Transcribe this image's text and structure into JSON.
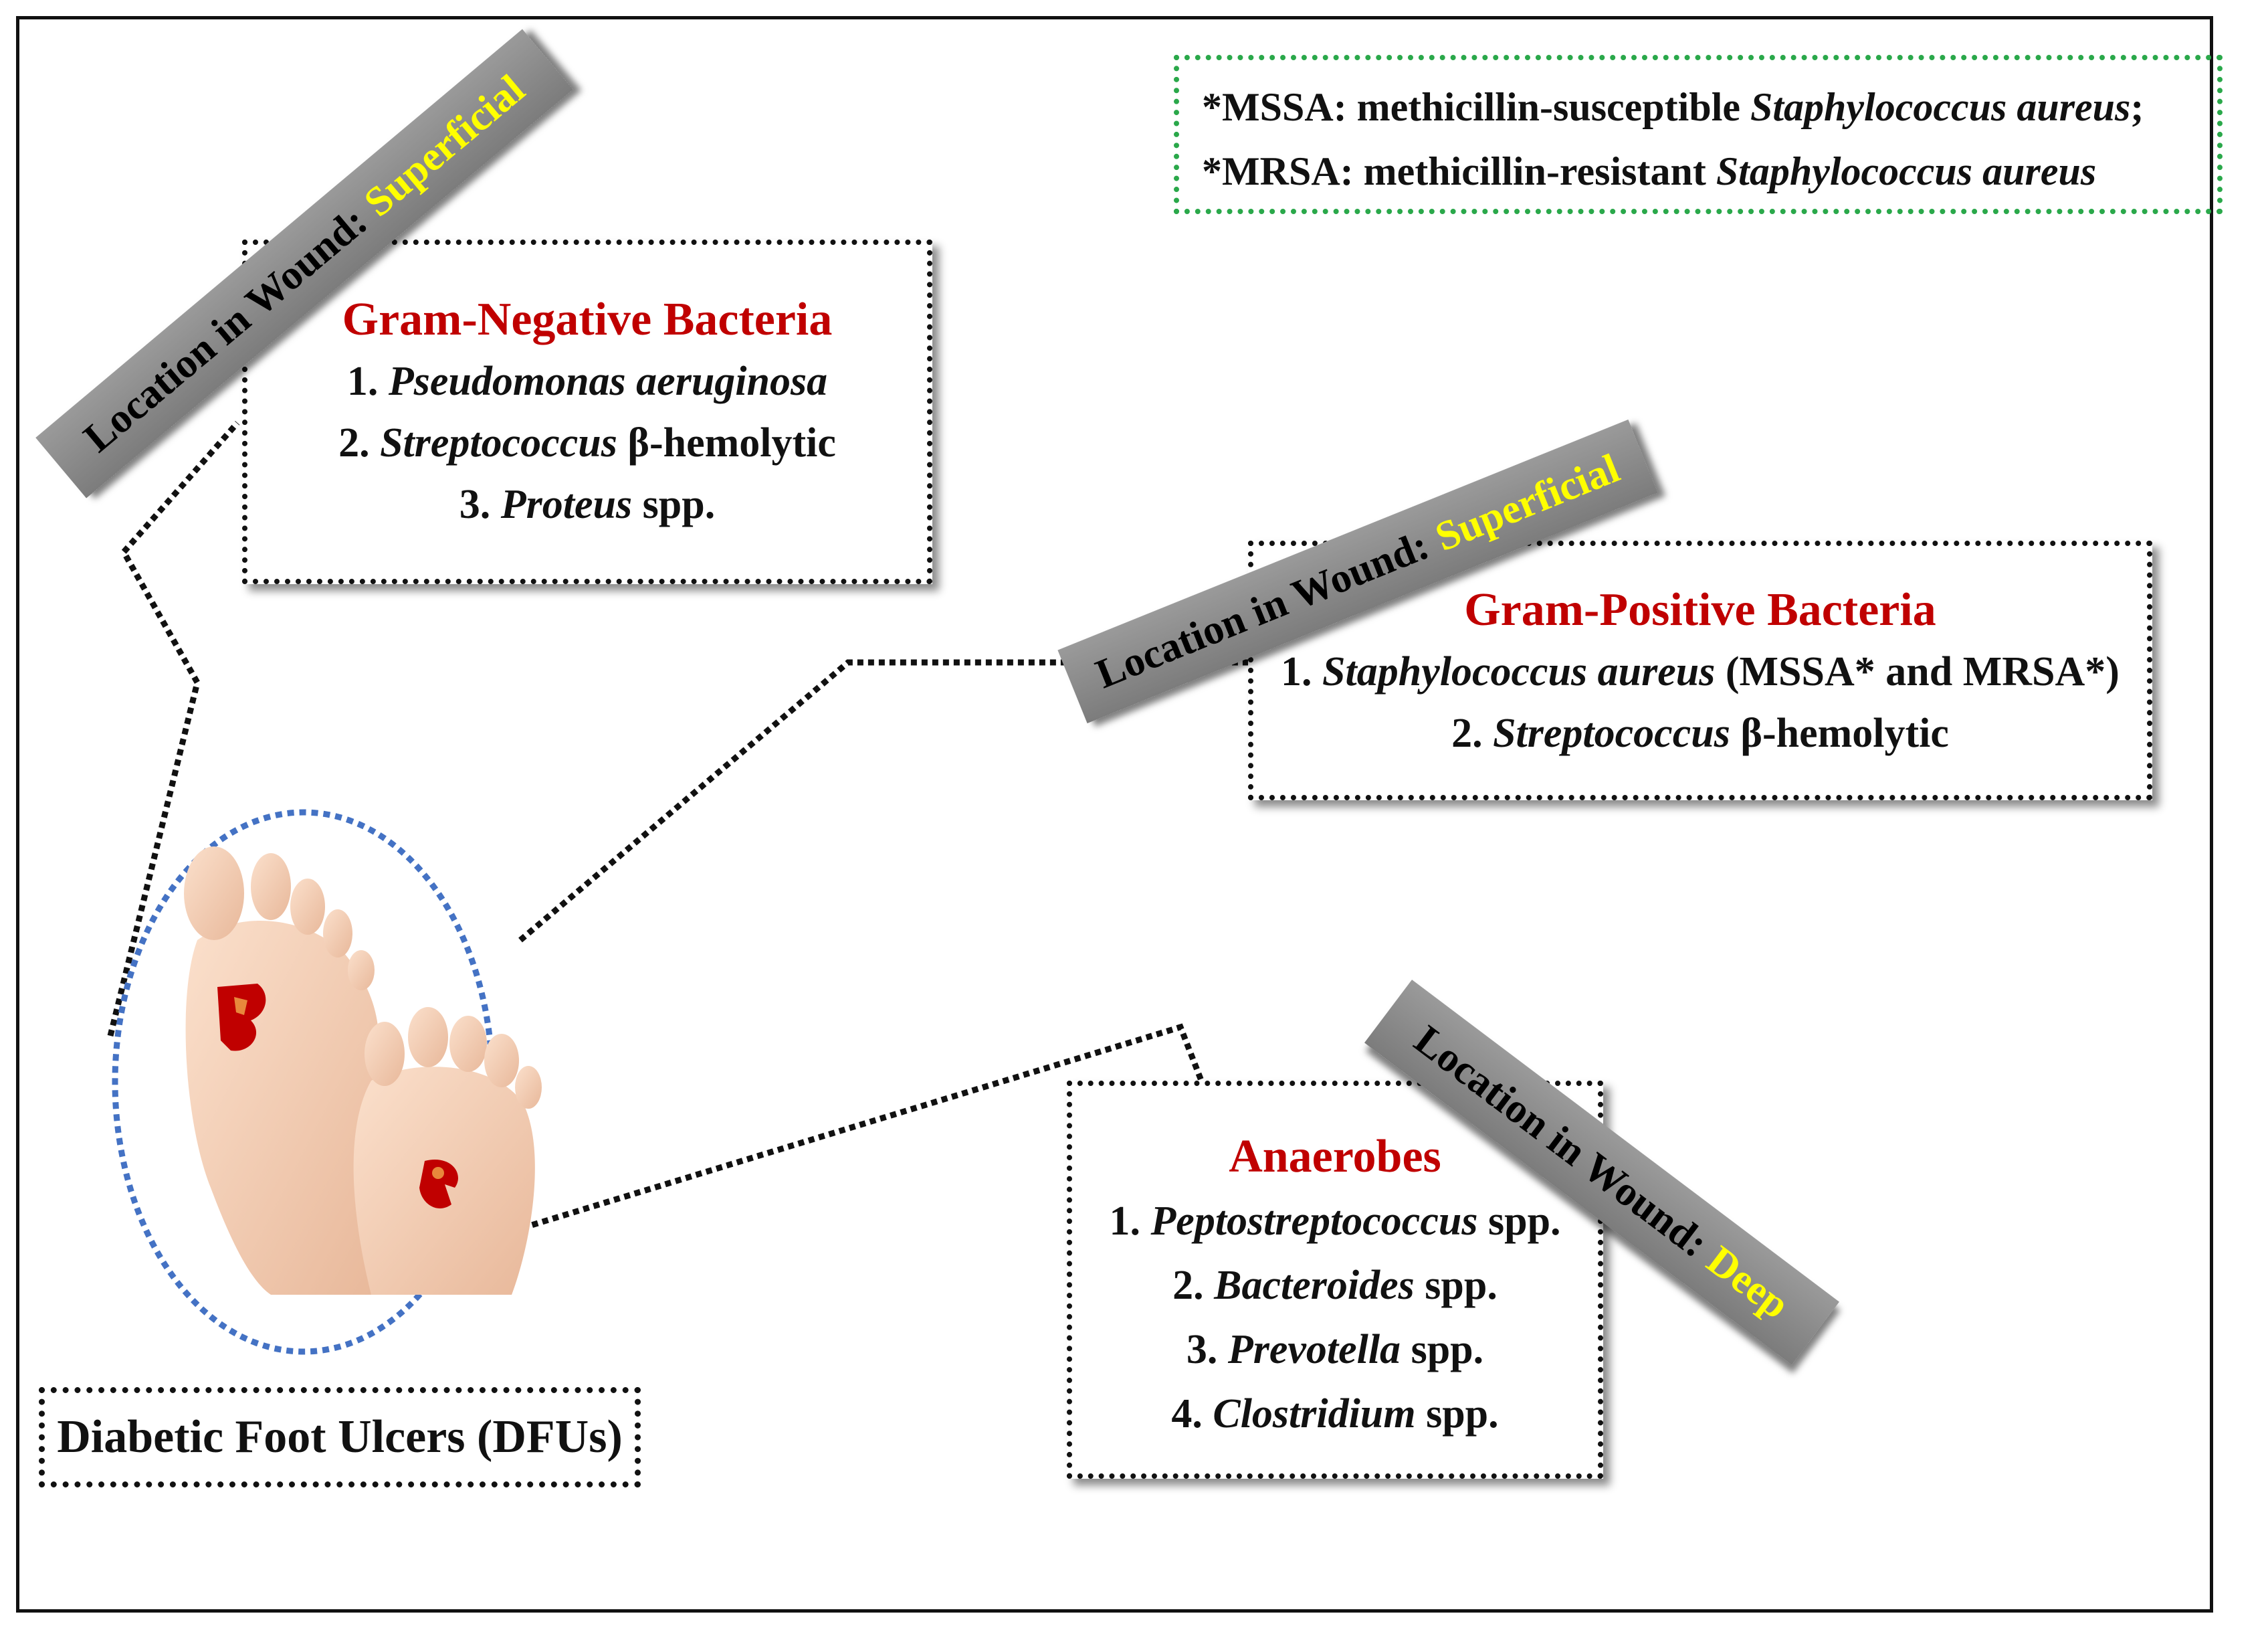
{
  "legend": {
    "line1_prefix": "*MSSA: methicillin-susceptible ",
    "line1_italic": "Staphylococcus aureus",
    "line1_suffix": ";",
    "line2_prefix": "*MRSA: methicillin-resistant ",
    "line2_italic": "Staphylococcus aureus"
  },
  "tags": {
    "negative": {
      "prefix": "Location in Wound:",
      "value": "Superficial"
    },
    "positive": {
      "prefix": "Location in Wound:",
      "value": "Superficial"
    },
    "anaerobes": {
      "prefix": "Location in Wound:",
      "value": "Deep"
    }
  },
  "gram_negative": {
    "title": "Gram-Negative Bacteria",
    "items": [
      {
        "num": "1. ",
        "italic": "Pseudomonas aeruginosa",
        "rest": ""
      },
      {
        "num": "2. ",
        "italic": "Streptococcus",
        "rest": " β-hemolytic"
      },
      {
        "num": "3. ",
        "italic": "Proteus",
        "rest": " spp."
      }
    ]
  },
  "gram_positive": {
    "title": "Gram-Positive Bacteria",
    "items": [
      {
        "num": "1. ",
        "italic": "Staphylococcus aureus",
        "rest": " (MSSA* and MRSA*)"
      },
      {
        "num": "2. ",
        "italic": "Streptococcus",
        "rest": " β-hemolytic"
      }
    ]
  },
  "anaerobes": {
    "title": "Anaerobes",
    "items": [
      {
        "num": "1. ",
        "italic": "Peptostreptococcus",
        "rest": " spp."
      },
      {
        "num": "2. ",
        "italic": "Bacteroides",
        "rest": " spp."
      },
      {
        "num": "3. ",
        "italic": "Prevotella",
        "rest": " spp."
      },
      {
        "num": "4. ",
        "italic": "Clostridium",
        "rest": " spp."
      }
    ]
  },
  "dfu_label": "Diabetic Foot Ulcers (DFUs)",
  "colors": {
    "title_red": "#c00000",
    "highlight_yellow": "#ffff00",
    "legend_border": "#2aa84a",
    "circle_border": "#4472c4"
  }
}
